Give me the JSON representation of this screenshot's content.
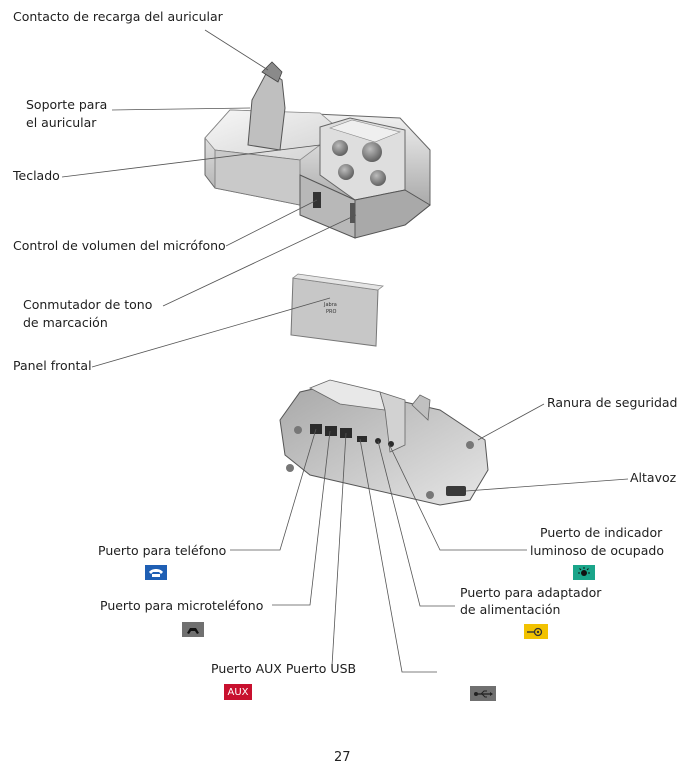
{
  "labels": {
    "charging_contact": "Contacto de recarga del auricular",
    "headset_holder_l1": "Soporte para",
    "headset_holder_l2": "el auricular",
    "keypad": "Teclado",
    "mic_volume": "Control de volumen del micrófono",
    "dial_tone_l1": "Conmutador de tono",
    "dial_tone_l2": "de marcación",
    "front_panel": "Panel frontal",
    "security_slot": "Ranura de seguridad",
    "speaker": "Altavoz",
    "busy_port_l1": "Puerto de indicador",
    "busy_port_l2": "luminoso de ocupado",
    "phone_port": "Puerto para teléfono",
    "power_port_l1": "Puerto para adaptador",
    "power_port_l2": "de alimentación",
    "handset_port": "Puerto para microteléfono",
    "aux_usb": "Puerto AUX Puerto USB",
    "aux_icon": "AUX",
    "panel_text_l1": "Jabra",
    "panel_text_l2": "PRO"
  },
  "icons": {
    "phone": {
      "name": "phone-port-icon",
      "color": "#1f5fb4"
    },
    "handset": {
      "name": "handset-port-icon",
      "color": "#707070"
    },
    "aux": {
      "name": "aux-port-icon",
      "color": "#c8102e"
    },
    "usb": {
      "name": "usb-port-icon",
      "color": "#707070"
    },
    "busy": {
      "name": "busy-light-port-icon",
      "color": "#1aa58a"
    },
    "power": {
      "name": "power-adapter-port-icon",
      "color": "#f2c200"
    }
  },
  "page_number": "27"
}
